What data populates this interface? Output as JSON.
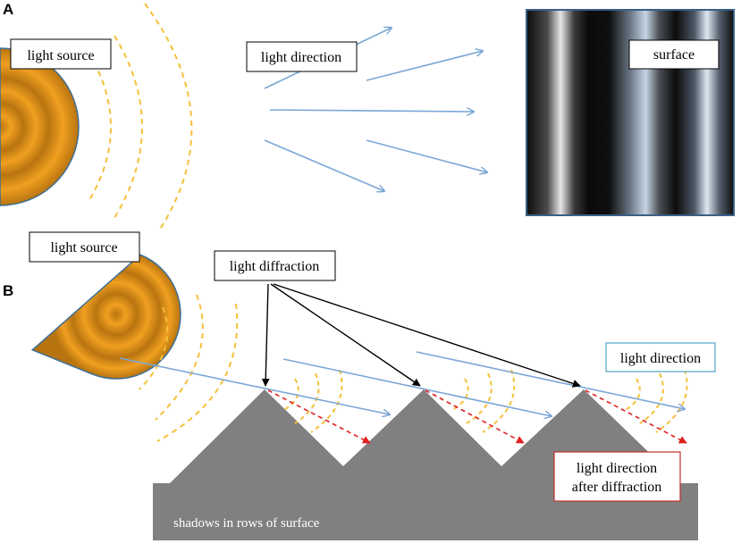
{
  "panel_a": {
    "letter": "A",
    "light_source_label": "light source",
    "light_direction_label": "light direction",
    "surface_label": "surface"
  },
  "panel_b": {
    "letter": "B",
    "light_source_label": "light source",
    "light_diffraction_label": "light diffraction",
    "light_direction_label": "light direction",
    "light_direction_after_diffraction_line1": "light direction",
    "light_direction_after_diffraction_line2": "after diffraction",
    "shadows_label": "shadows in rows of surface"
  },
  "colors": {
    "wave_arc": "#f5c03a",
    "light_ray": "#7aa7d6",
    "diffraction_ray": "#e02020",
    "ground": "#808080",
    "source_dark": "#b87410",
    "source_light": "#f0a020",
    "light_direction_box_border": "#4fa3c9",
    "after_diffraction_box_border": "#c0302a"
  }
}
